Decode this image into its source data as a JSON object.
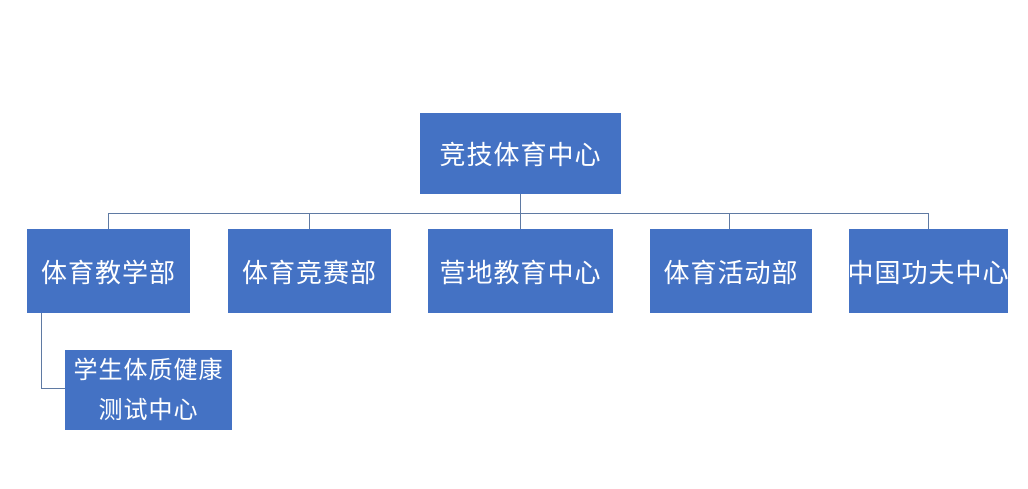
{
  "org_chart": {
    "type": "org-chart",
    "root": {
      "label": "竞技体育中心"
    },
    "departments": [
      {
        "label": "体育教学部"
      },
      {
        "label": "体育竞赛部"
      },
      {
        "label": "营地教育中心"
      },
      {
        "label": "体育活动部"
      },
      {
        "label": "中国功夫中心"
      }
    ],
    "sub_department": {
      "label": "学生体质健康测试中心",
      "label_lines": [
        "学生体质健康",
        "测试中心"
      ],
      "parent": "体育教学部"
    },
    "colors": {
      "node_fill": "#4472C4",
      "node_text": "#FFFFFF",
      "connector": "#5F7AA3",
      "background": "#FFFFFF"
    }
  }
}
